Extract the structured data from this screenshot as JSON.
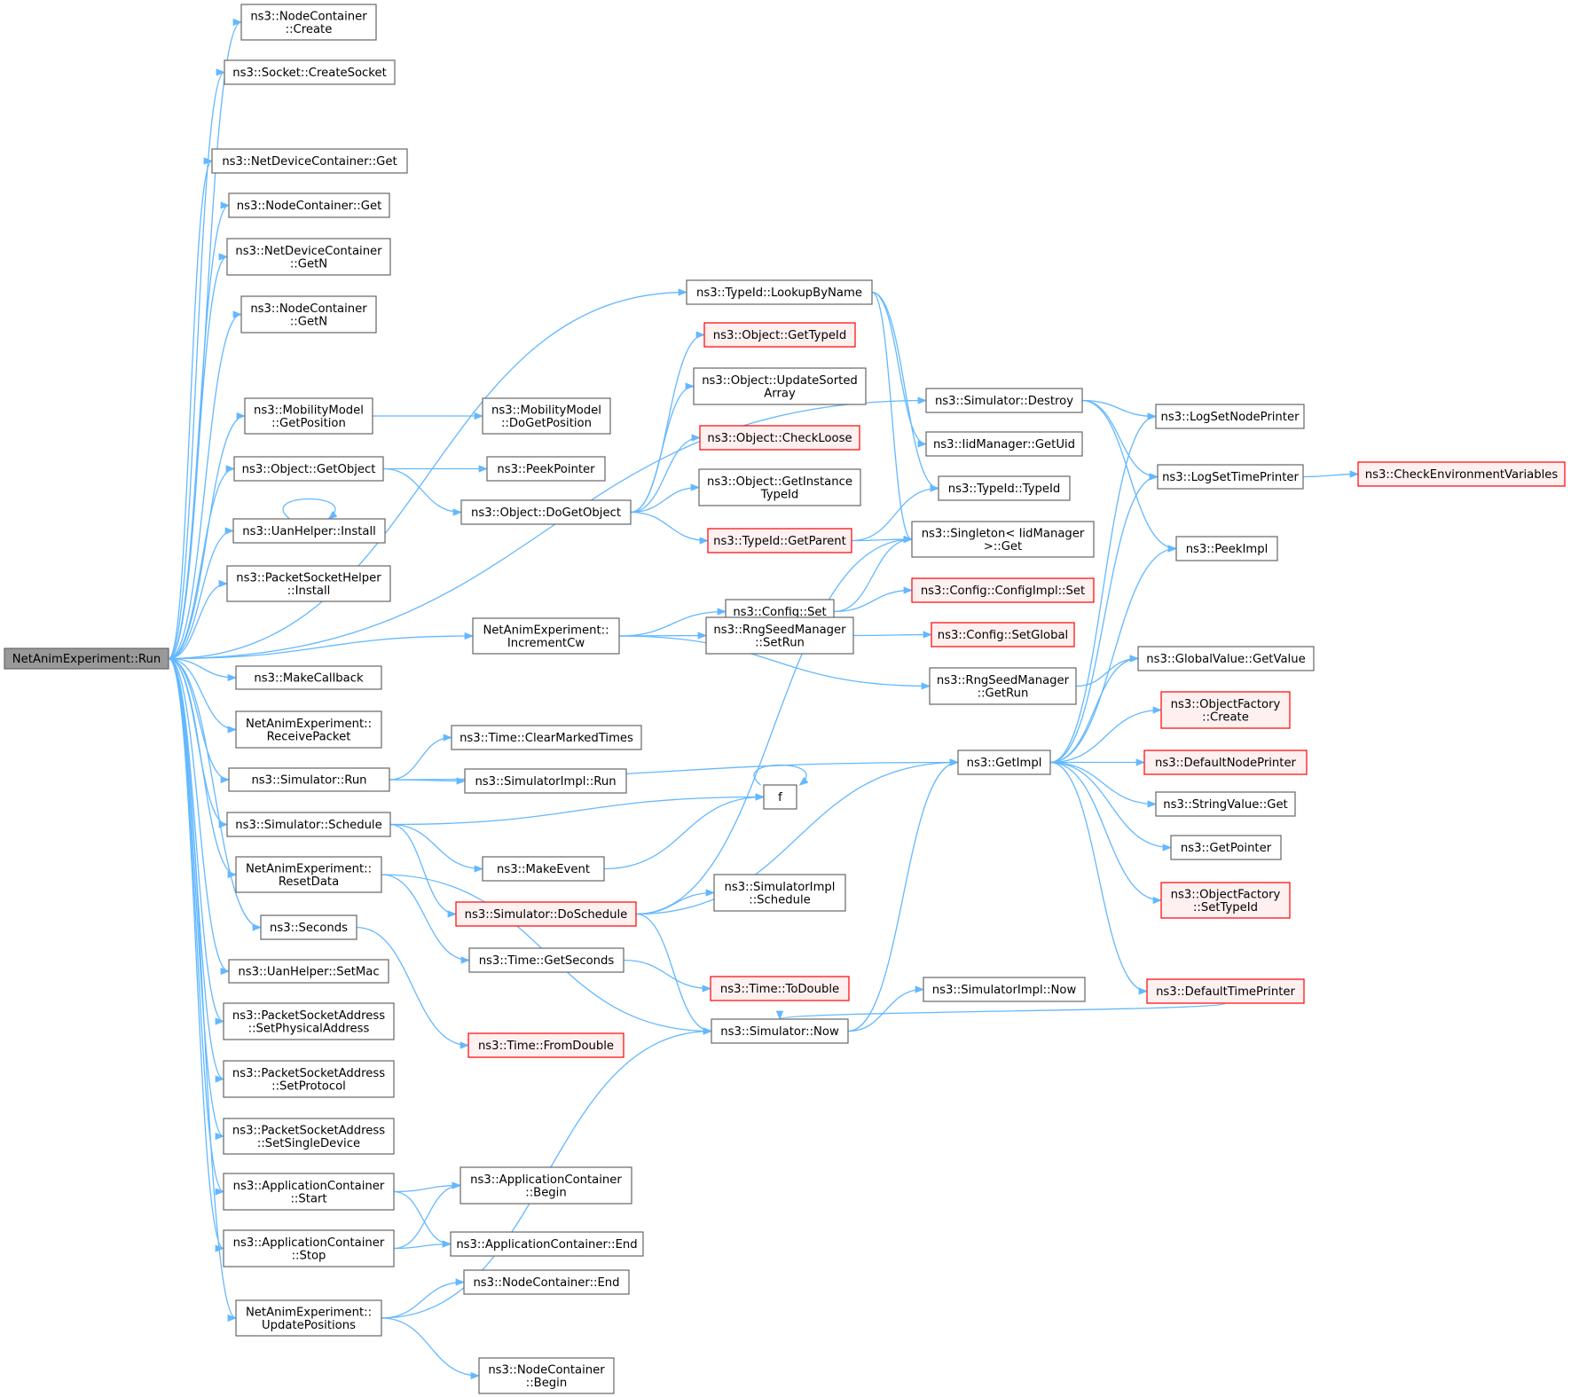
{
  "colors": {
    "edge": "#63b8ff",
    "node_border": "#666666",
    "highlight_border": "#ff0000",
    "highlight_fill": "#fff0f0",
    "root_fill": "#999999"
  },
  "nodes": [
    {
      "id": "root",
      "lines": [
        "NetAnimExperiment::Run"
      ],
      "style": "root"
    },
    {
      "id": "nc_create",
      "lines": [
        "ns3::NodeContainer",
        "::Create"
      ]
    },
    {
      "id": "sock_create",
      "lines": [
        "ns3::Socket::CreateSocket"
      ]
    },
    {
      "id": "ndc_get",
      "lines": [
        "ns3::NetDeviceContainer::Get"
      ]
    },
    {
      "id": "nc_get",
      "lines": [
        "ns3::NodeContainer::Get"
      ]
    },
    {
      "id": "ndc_getn",
      "lines": [
        "ns3::NetDeviceContainer",
        "::GetN"
      ]
    },
    {
      "id": "nc_getn",
      "lines": [
        "ns3::NodeContainer",
        "::GetN"
      ]
    },
    {
      "id": "mm_getpos",
      "lines": [
        "ns3::MobilityModel",
        "::GetPosition"
      ]
    },
    {
      "id": "obj_getobj",
      "lines": [
        "ns3::Object::GetObject"
      ]
    },
    {
      "id": "uan_install",
      "lines": [
        "ns3::UanHelper::Install"
      ]
    },
    {
      "id": "psh_install",
      "lines": [
        "ns3::PacketSocketHelper",
        "::Install"
      ]
    },
    {
      "id": "make_cb",
      "lines": [
        "ns3::MakeCallback"
      ]
    },
    {
      "id": "na_recv",
      "lines": [
        "NetAnimExperiment::",
        "ReceivePacket"
      ]
    },
    {
      "id": "sim_run",
      "lines": [
        "ns3::Simulator::Run"
      ]
    },
    {
      "id": "sim_sched",
      "lines": [
        "ns3::Simulator::Schedule"
      ]
    },
    {
      "id": "na_reset",
      "lines": [
        "NetAnimExperiment::",
        "ResetData"
      ]
    },
    {
      "id": "seconds",
      "lines": [
        "ns3::Seconds"
      ]
    },
    {
      "id": "uan_setmac",
      "lines": [
        "ns3::UanHelper::SetMac"
      ]
    },
    {
      "id": "psa_setphys",
      "lines": [
        "ns3::PacketSocketAddress",
        "::SetPhysicalAddress"
      ]
    },
    {
      "id": "psa_setproto",
      "lines": [
        "ns3::PacketSocketAddress",
        "::SetProtocol"
      ]
    },
    {
      "id": "psa_setsingle",
      "lines": [
        "ns3::PacketSocketAddress",
        "::SetSingleDevice"
      ]
    },
    {
      "id": "ac_start",
      "lines": [
        "ns3::ApplicationContainer",
        "::Start"
      ]
    },
    {
      "id": "ac_stop",
      "lines": [
        "ns3::ApplicationContainer",
        "::Stop"
      ]
    },
    {
      "id": "na_update",
      "lines": [
        "NetAnimExperiment::",
        "UpdatePositions"
      ]
    },
    {
      "id": "typeid_lookup",
      "lines": [
        "ns3::TypeId::LookupByName"
      ]
    },
    {
      "id": "mm_dogetpos",
      "lines": [
        "ns3::MobilityModel",
        "::DoGetPosition"
      ]
    },
    {
      "id": "peekptr",
      "lines": [
        "ns3::PeekPointer"
      ]
    },
    {
      "id": "obj_dogetobj",
      "lines": [
        "ns3::Object::DoGetObject"
      ]
    },
    {
      "id": "na_inccw",
      "lines": [
        "NetAnimExperiment::",
        "IncrementCw"
      ]
    },
    {
      "id": "time_clear",
      "lines": [
        "ns3::Time::ClearMarkedTimes"
      ]
    },
    {
      "id": "simimpl_run",
      "lines": [
        "ns3::SimulatorImpl::Run"
      ]
    },
    {
      "id": "make_event",
      "lines": [
        "ns3::MakeEvent"
      ]
    },
    {
      "id": "sim_dosched",
      "lines": [
        "ns3::Simulator::DoSchedule"
      ],
      "style": "red"
    },
    {
      "id": "time_getsec",
      "lines": [
        "ns3::Time::GetSeconds"
      ]
    },
    {
      "id": "time_fromdbl",
      "lines": [
        "ns3::Time::FromDouble"
      ],
      "style": "red"
    },
    {
      "id": "ac_begin",
      "lines": [
        "ns3::ApplicationContainer",
        "::Begin"
      ]
    },
    {
      "id": "ac_end",
      "lines": [
        "ns3::ApplicationContainer::End"
      ]
    },
    {
      "id": "nc_end",
      "lines": [
        "ns3::NodeContainer::End"
      ]
    },
    {
      "id": "nc_begin",
      "lines": [
        "ns3::NodeContainer",
        "::Begin"
      ]
    },
    {
      "id": "obj_gettid",
      "lines": [
        "ns3::Object::GetTypeId"
      ],
      "style": "red"
    },
    {
      "id": "obj_updsorted",
      "lines": [
        "ns3::Object::UpdateSorted",
        "Array"
      ]
    },
    {
      "id": "obj_checkloose",
      "lines": [
        "ns3::Object::CheckLoose"
      ],
      "style": "red"
    },
    {
      "id": "obj_getinst",
      "lines": [
        "ns3::Object::GetInstance",
        "TypeId"
      ]
    },
    {
      "id": "tid_getparent",
      "lines": [
        "ns3::TypeId::GetParent"
      ],
      "style": "red"
    },
    {
      "id": "cfg_set",
      "lines": [
        "ns3::Config::Set"
      ]
    },
    {
      "id": "rng_setrun",
      "lines": [
        "ns3::RngSeedManager",
        "::SetRun"
      ]
    },
    {
      "id": "f",
      "lines": [
        "f"
      ]
    },
    {
      "id": "simimpl_sched",
      "lines": [
        "ns3::SimulatorImpl",
        "::Schedule"
      ]
    },
    {
      "id": "time_todbl",
      "lines": [
        "ns3::Time::ToDouble"
      ],
      "style": "red"
    },
    {
      "id": "sim_now",
      "lines": [
        "ns3::Simulator::Now"
      ]
    },
    {
      "id": "sim_destroy",
      "lines": [
        "ns3::Simulator::Destroy"
      ]
    },
    {
      "id": "iid_getuid",
      "lines": [
        "ns3::IidManager::GetUid"
      ]
    },
    {
      "id": "tid_tid",
      "lines": [
        "ns3::TypeId::TypeId"
      ]
    },
    {
      "id": "singleton_get",
      "lines": [
        "ns3::Singleton< IidManager",
        " >::Get"
      ]
    },
    {
      "id": "cfgimpl_set",
      "lines": [
        "ns3::Config::ConfigImpl::Set"
      ],
      "style": "red"
    },
    {
      "id": "cfg_setglobal",
      "lines": [
        "ns3::Config::SetGlobal"
      ],
      "style": "red"
    },
    {
      "id": "rng_getrun",
      "lines": [
        "ns3::RngSeedManager",
        "::GetRun"
      ]
    },
    {
      "id": "getimpl",
      "lines": [
        "ns3::GetImpl"
      ]
    },
    {
      "id": "simimpl_now",
      "lines": [
        "ns3::SimulatorImpl::Now"
      ]
    },
    {
      "id": "log_setnode",
      "lines": [
        "ns3::LogSetNodePrinter"
      ]
    },
    {
      "id": "log_settime",
      "lines": [
        "ns3::LogSetTimePrinter"
      ]
    },
    {
      "id": "peekimpl",
      "lines": [
        "ns3::PeekImpl"
      ]
    },
    {
      "id": "gv_getvalue",
      "lines": [
        "ns3::GlobalValue::GetValue"
      ]
    },
    {
      "id": "of_create",
      "lines": [
        "ns3::ObjectFactory",
        "::Create"
      ],
      "style": "red"
    },
    {
      "id": "def_nodeprinter",
      "lines": [
        "ns3::DefaultNodePrinter"
      ],
      "style": "red"
    },
    {
      "id": "sv_get",
      "lines": [
        "ns3::StringValue::Get"
      ]
    },
    {
      "id": "getpointer",
      "lines": [
        "ns3::GetPointer"
      ]
    },
    {
      "id": "of_settypeid",
      "lines": [
        "ns3::ObjectFactory",
        "::SetTypeId"
      ],
      "style": "red"
    },
    {
      "id": "def_timeprinter",
      "lines": [
        "ns3::DefaultTimePrinter"
      ],
      "style": "red"
    },
    {
      "id": "check_env",
      "lines": [
        "ns3::CheckEnvironmentVariables"
      ],
      "style": "red"
    }
  ],
  "edges": [
    [
      "root",
      "nc_create"
    ],
    [
      "root",
      "sock_create"
    ],
    [
      "root",
      "sim_destroy"
    ],
    [
      "root",
      "ndc_get"
    ],
    [
      "root",
      "nc_get"
    ],
    [
      "root",
      "ndc_getn"
    ],
    [
      "root",
      "nc_getn"
    ],
    [
      "root",
      "typeid_lookup"
    ],
    [
      "root",
      "mm_getpos"
    ],
    [
      "root",
      "obj_getobj"
    ],
    [
      "root",
      "uan_install"
    ],
    [
      "root",
      "psh_install"
    ],
    [
      "root",
      "na_inccw"
    ],
    [
      "root",
      "make_cb"
    ],
    [
      "root",
      "na_recv"
    ],
    [
      "root",
      "sim_run"
    ],
    [
      "root",
      "sim_sched"
    ],
    [
      "root",
      "na_reset"
    ],
    [
      "root",
      "seconds"
    ],
    [
      "root",
      "uan_setmac"
    ],
    [
      "root",
      "psa_setphys"
    ],
    [
      "root",
      "psa_setproto"
    ],
    [
      "root",
      "psa_setsingle"
    ],
    [
      "root",
      "ac_start"
    ],
    [
      "root",
      "ac_stop"
    ],
    [
      "root",
      "na_update"
    ],
    [
      "mm_getpos",
      "mm_dogetpos"
    ],
    [
      "obj_getobj",
      "peekptr"
    ],
    [
      "obj_getobj",
      "obj_dogetobj"
    ],
    [
      "uan_install",
      "uan_install"
    ],
    [
      "obj_dogetobj",
      "obj_gettid"
    ],
    [
      "obj_dogetobj",
      "obj_updsorted"
    ],
    [
      "obj_dogetobj",
      "obj_checkloose"
    ],
    [
      "obj_dogetobj",
      "obj_getinst"
    ],
    [
      "obj_dogetobj",
      "tid_getparent"
    ],
    [
      "typeid_lookup",
      "iid_getuid"
    ],
    [
      "typeid_lookup",
      "tid_tid"
    ],
    [
      "typeid_lookup",
      "singleton_get"
    ],
    [
      "tid_getparent",
      "tid_tid"
    ],
    [
      "tid_getparent",
      "singleton_get"
    ],
    [
      "na_inccw",
      "cfg_set"
    ],
    [
      "na_inccw",
      "rng_setrun"
    ],
    [
      "na_inccw",
      "rng_getrun"
    ],
    [
      "cfg_set",
      "singleton_get"
    ],
    [
      "cfg_set",
      "cfgimpl_set"
    ],
    [
      "rng_setrun",
      "cfg_setglobal"
    ],
    [
      "rng_getrun",
      "gv_getvalue"
    ],
    [
      "sim_run",
      "getimpl"
    ],
    [
      "sim_run",
      "time_clear"
    ],
    [
      "sim_run",
      "simimpl_run"
    ],
    [
      "sim_sched",
      "f"
    ],
    [
      "sim_sched",
      "make_event"
    ],
    [
      "sim_sched",
      "sim_dosched"
    ],
    [
      "make_event",
      "f"
    ],
    [
      "f",
      "f"
    ],
    [
      "sim_dosched",
      "singleton_get"
    ],
    [
      "sim_dosched",
      "simimpl_sched"
    ],
    [
      "sim_dosched",
      "getimpl"
    ],
    [
      "sim_dosched",
      "sim_now"
    ],
    [
      "na_reset",
      "time_getsec"
    ],
    [
      "na_reset",
      "sim_now"
    ],
    [
      "seconds",
      "time_fromdbl"
    ],
    [
      "time_getsec",
      "time_todbl"
    ],
    [
      "ac_start",
      "ac_begin"
    ],
    [
      "ac_start",
      "ac_end"
    ],
    [
      "ac_stop",
      "ac_begin"
    ],
    [
      "ac_stop",
      "ac_end"
    ],
    [
      "na_update",
      "nc_end"
    ],
    [
      "na_update",
      "sim_now"
    ],
    [
      "na_update",
      "nc_begin"
    ],
    [
      "sim_now",
      "getimpl"
    ],
    [
      "sim_now",
      "simimpl_now"
    ],
    [
      "sim_destroy",
      "log_setnode"
    ],
    [
      "sim_destroy",
      "log_settime"
    ],
    [
      "sim_destroy",
      "peekimpl"
    ],
    [
      "getimpl",
      "log_setnode"
    ],
    [
      "getimpl",
      "log_settime"
    ],
    [
      "getimpl",
      "peekimpl"
    ],
    [
      "getimpl",
      "gv_getvalue"
    ],
    [
      "getimpl",
      "of_create"
    ],
    [
      "getimpl",
      "def_nodeprinter"
    ],
    [
      "getimpl",
      "sv_get"
    ],
    [
      "getimpl",
      "getpointer"
    ],
    [
      "getimpl",
      "of_settypeid"
    ],
    [
      "getimpl",
      "def_timeprinter"
    ],
    [
      "def_timeprinter",
      "sim_now"
    ],
    [
      "log_settime",
      "check_env"
    ]
  ]
}
